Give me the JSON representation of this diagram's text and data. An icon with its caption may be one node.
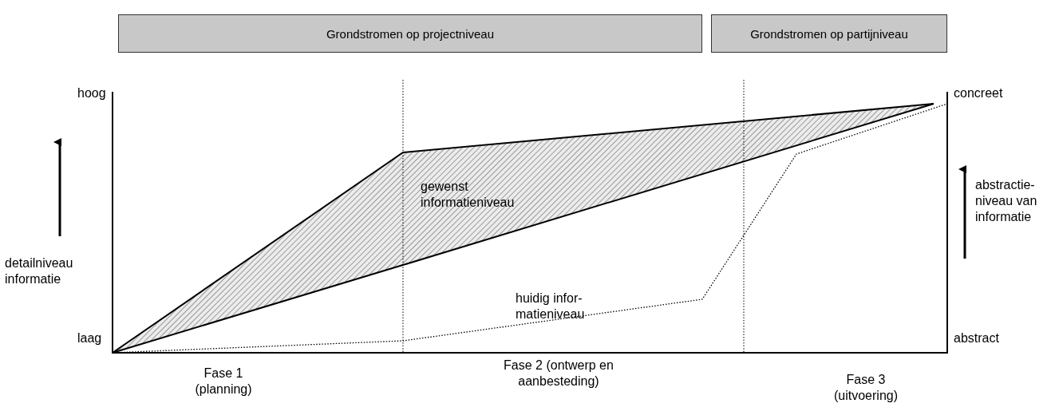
{
  "diagram": {
    "nodes": [
      {
        "text": [
          "Grondstromen op projectniveau"
        ]
      },
      {
        "text": [
          "Grondstromen op partijniveau"
        ]
      }
    ],
    "edges": [],
    "labels": [
      "hoog",
      "concreet",
      "gewenst informatieniveau",
      "abstractie- niveau van informatie",
      "detailniveau informatie",
      "huidig infor- matieniveau",
      "laag",
      "abstract",
      "Fase 1 (planning)",
      "Fase 2 (ontwerp en aanbesteding)",
      "Fase 3 (uitvoering)"
    ]
  }
}
